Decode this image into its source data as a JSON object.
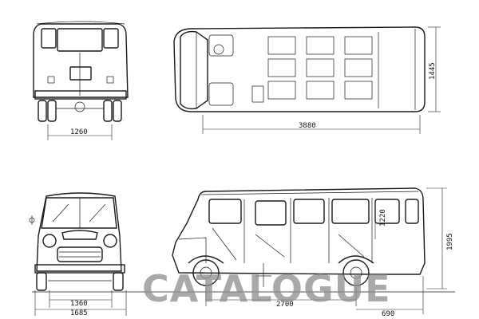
{
  "dimensions": {
    "rear_width": "1260",
    "top_length": "3880",
    "top_width": "1445",
    "height_total": "1995",
    "interior_height": "1220",
    "track_front": "1360",
    "overall_width": "1685",
    "wheelbase": "2700",
    "rear_overhang": "690"
  },
  "watermark": "CATALOGUE",
  "colors": {
    "ink": "#1a1a1a",
    "paper": "#ffffff",
    "watermark": "#8c8c8c"
  }
}
